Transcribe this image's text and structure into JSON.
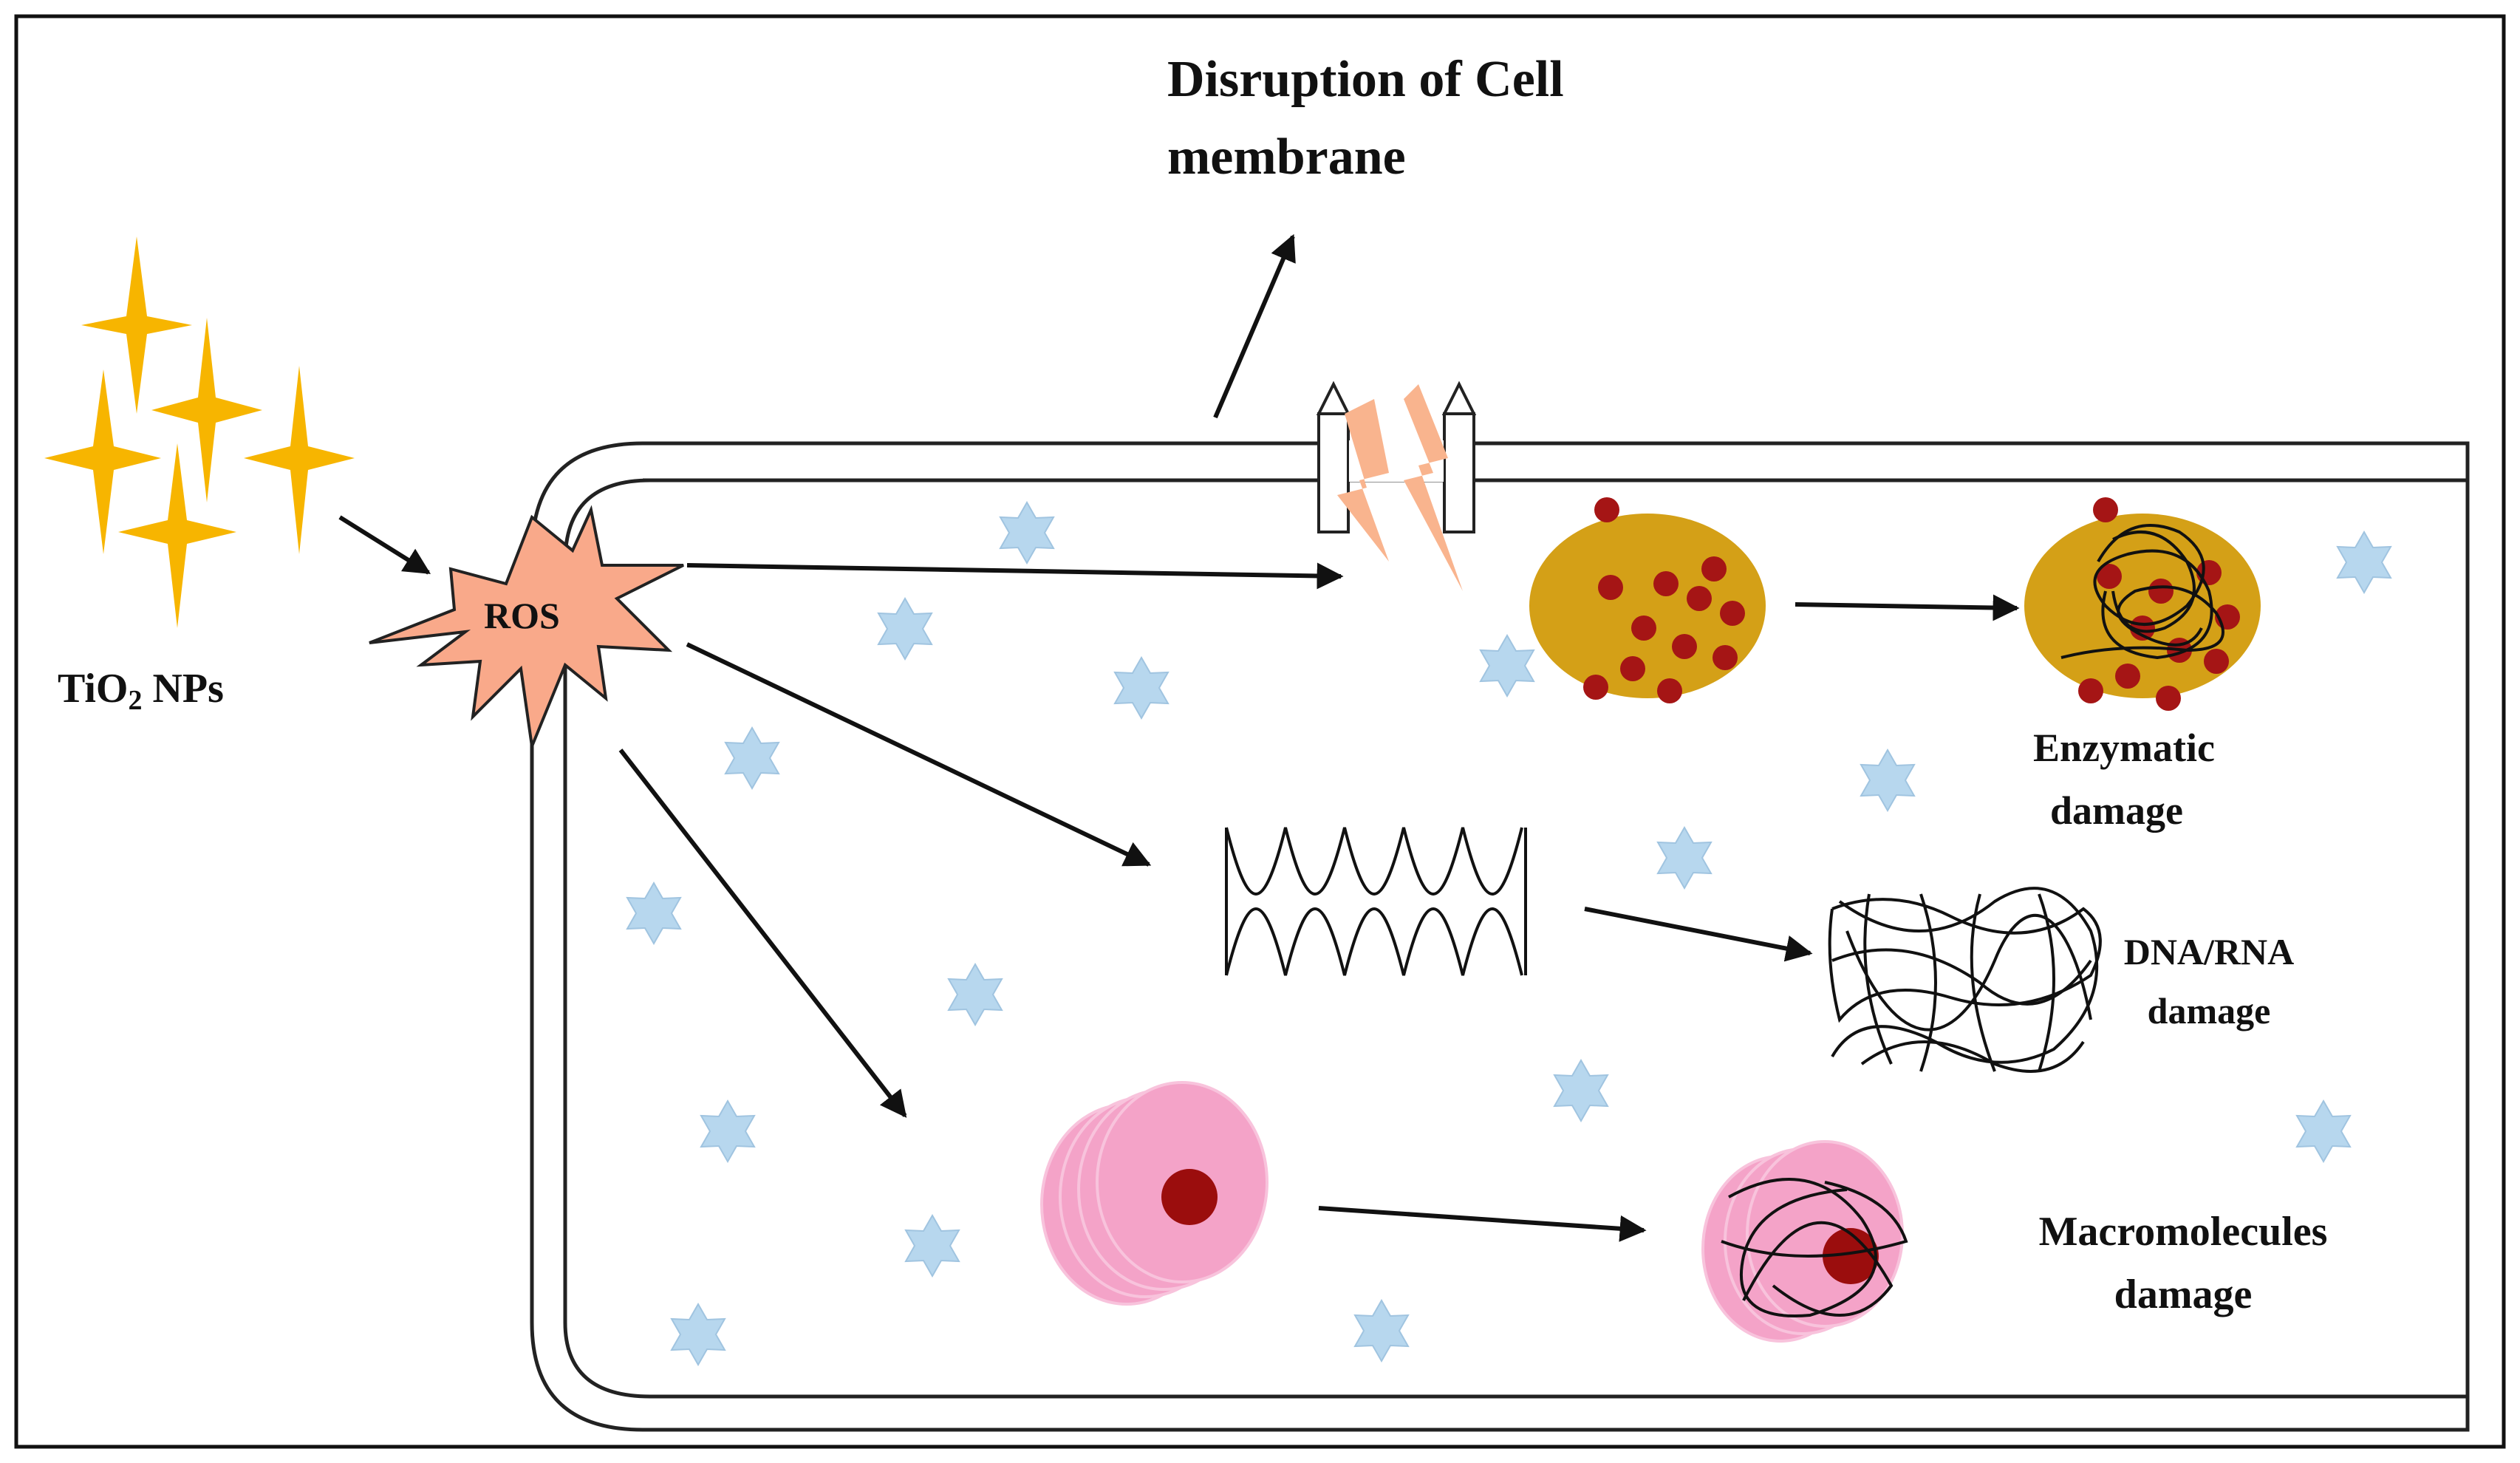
{
  "title": {
    "line1": "Disruption of Cell",
    "line2": "membrane"
  },
  "labels": {
    "nanoparticles": {
      "prefix": "TiO",
      "subscript": "2",
      "suffix": " NPs"
    },
    "ros": "ROS",
    "enzymatic": {
      "line1": "Enzymatic",
      "line2": "damage"
    },
    "dna_rna": {
      "line1": "DNA/RNA",
      "line2": "damage"
    },
    "macromolecules": {
      "line1": "Macromolecules",
      "line2": "damage"
    }
  },
  "colors": {
    "frame": "#111111",
    "membrane": "#222222",
    "nanoparticle": "#f7b500",
    "ros_fill": "#f9a98a",
    "membrane_break": "#f9b48e",
    "enzyme_body": "#d4a017",
    "enzyme_dot": "#a51515",
    "ion": "#b7d7ee",
    "macromolecule_pink": "#f4a3c8",
    "macromolecule_core": "#9b0d0d",
    "strand": "#111111"
  },
  "icons": {
    "nanoparticle": "four-point-star",
    "ros": "burst-star",
    "ion": "six-point-star"
  }
}
